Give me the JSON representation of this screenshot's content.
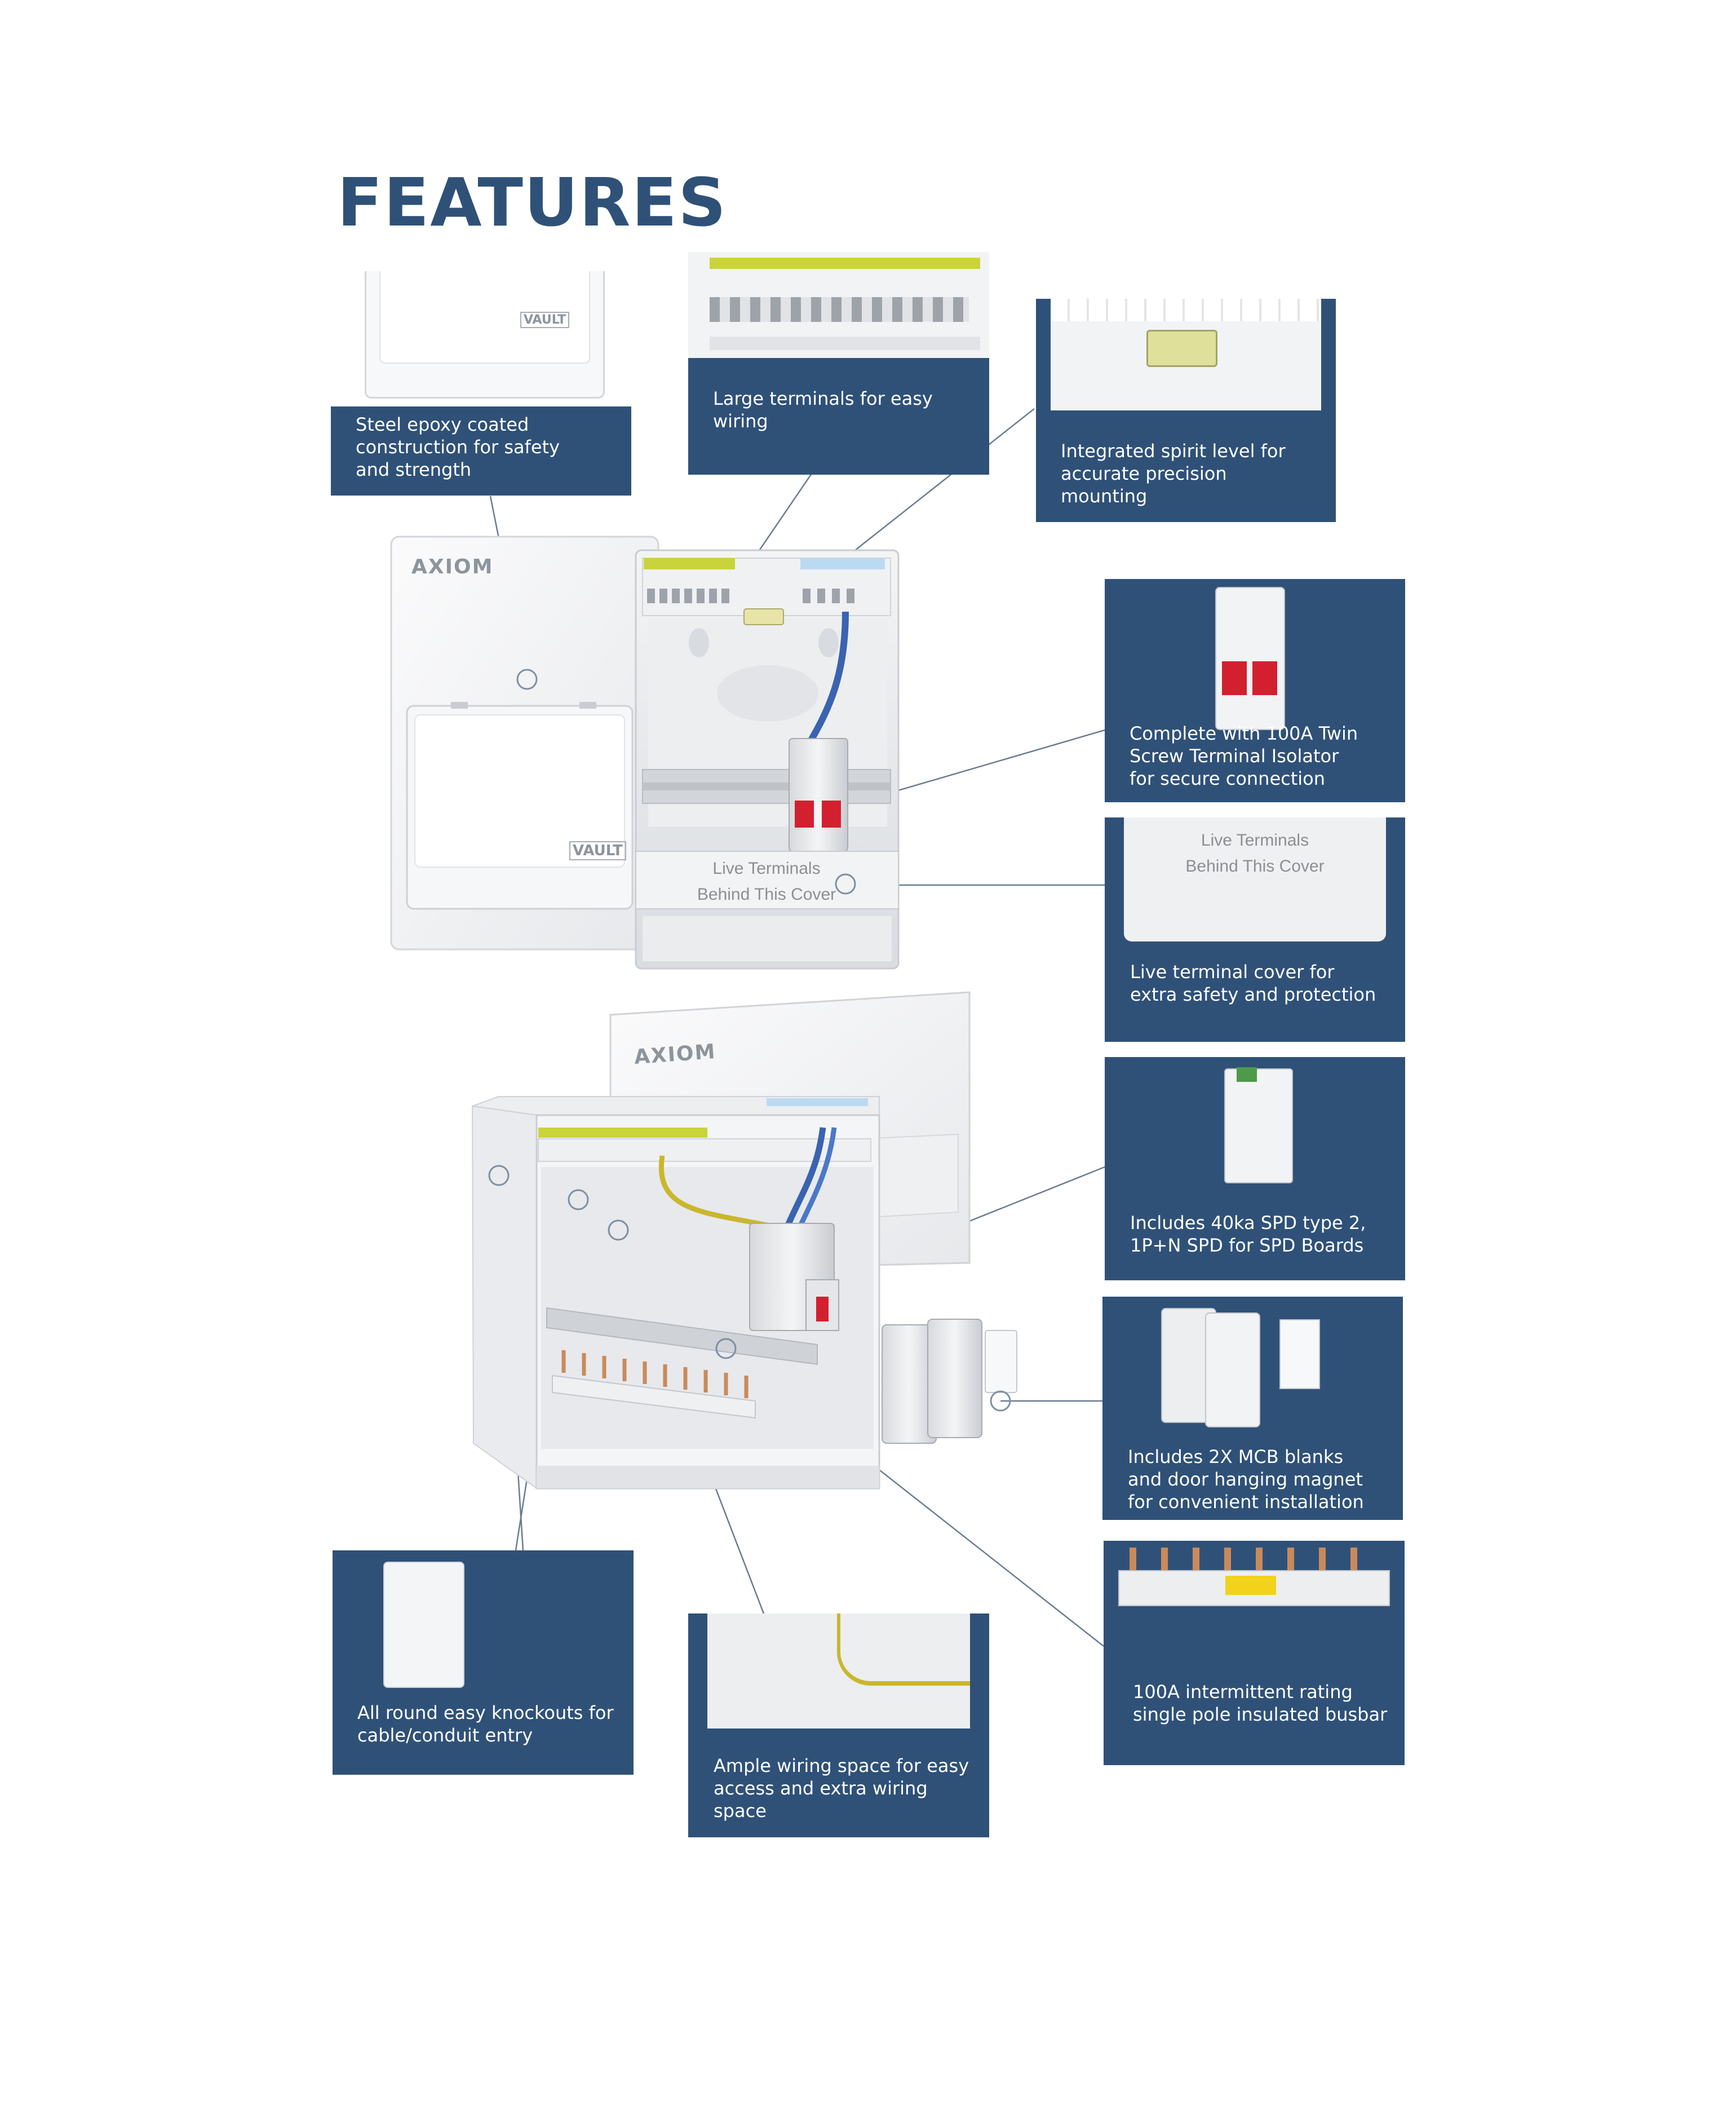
{
  "heading": "FEATURES",
  "colors": {
    "panel": "#2f5178",
    "heading": "#2f5178",
    "leader": "#5b6f86",
    "device_red": "#d2202f",
    "earth_bar": "#c9d43a",
    "neutral_bar": "#bcd9f2"
  },
  "brand": {
    "axiom": "AXIOM",
    "vault": "VAULT"
  },
  "cover_label": "Live Terminals\nBehind This Cover",
  "features": [
    {
      "id": "steel",
      "text": "Steel epoxy coated\nconstruction for safety\nand strength"
    },
    {
      "id": "terminals",
      "text": "Large terminals for easy\nwiring"
    },
    {
      "id": "level",
      "text": "Integrated spirit level for\naccurate precision mounting"
    },
    {
      "id": "isolator",
      "text": "Complete with 100A Twin\nScrew Terminal Isolator\nfor secure connection"
    },
    {
      "id": "cover",
      "text": "Live terminal cover for\nextra safety and protection"
    },
    {
      "id": "spd",
      "text": "Includes 40ka SPD type 2,\n1P+N SPD for SPD Boards"
    },
    {
      "id": "blanks",
      "text": "Includes 2X MCB blanks\n and door hanging magnet\nfor convenient installation"
    },
    {
      "id": "knockouts",
      "text": "All round easy knockouts for\ncable/conduit entry"
    },
    {
      "id": "space",
      "text": "Ample wiring space for easy\naccess and extra wiring space"
    },
    {
      "id": "busbar",
      "text": "100A intermittent rating\nsingle pole insulated busbar"
    }
  ],
  "icons": [
    "callout-marker-icon",
    "isolator-switch-icon",
    "spd-module-icon",
    "mcb-blank-icon",
    "busbar-icon",
    "spirit-level-icon"
  ]
}
